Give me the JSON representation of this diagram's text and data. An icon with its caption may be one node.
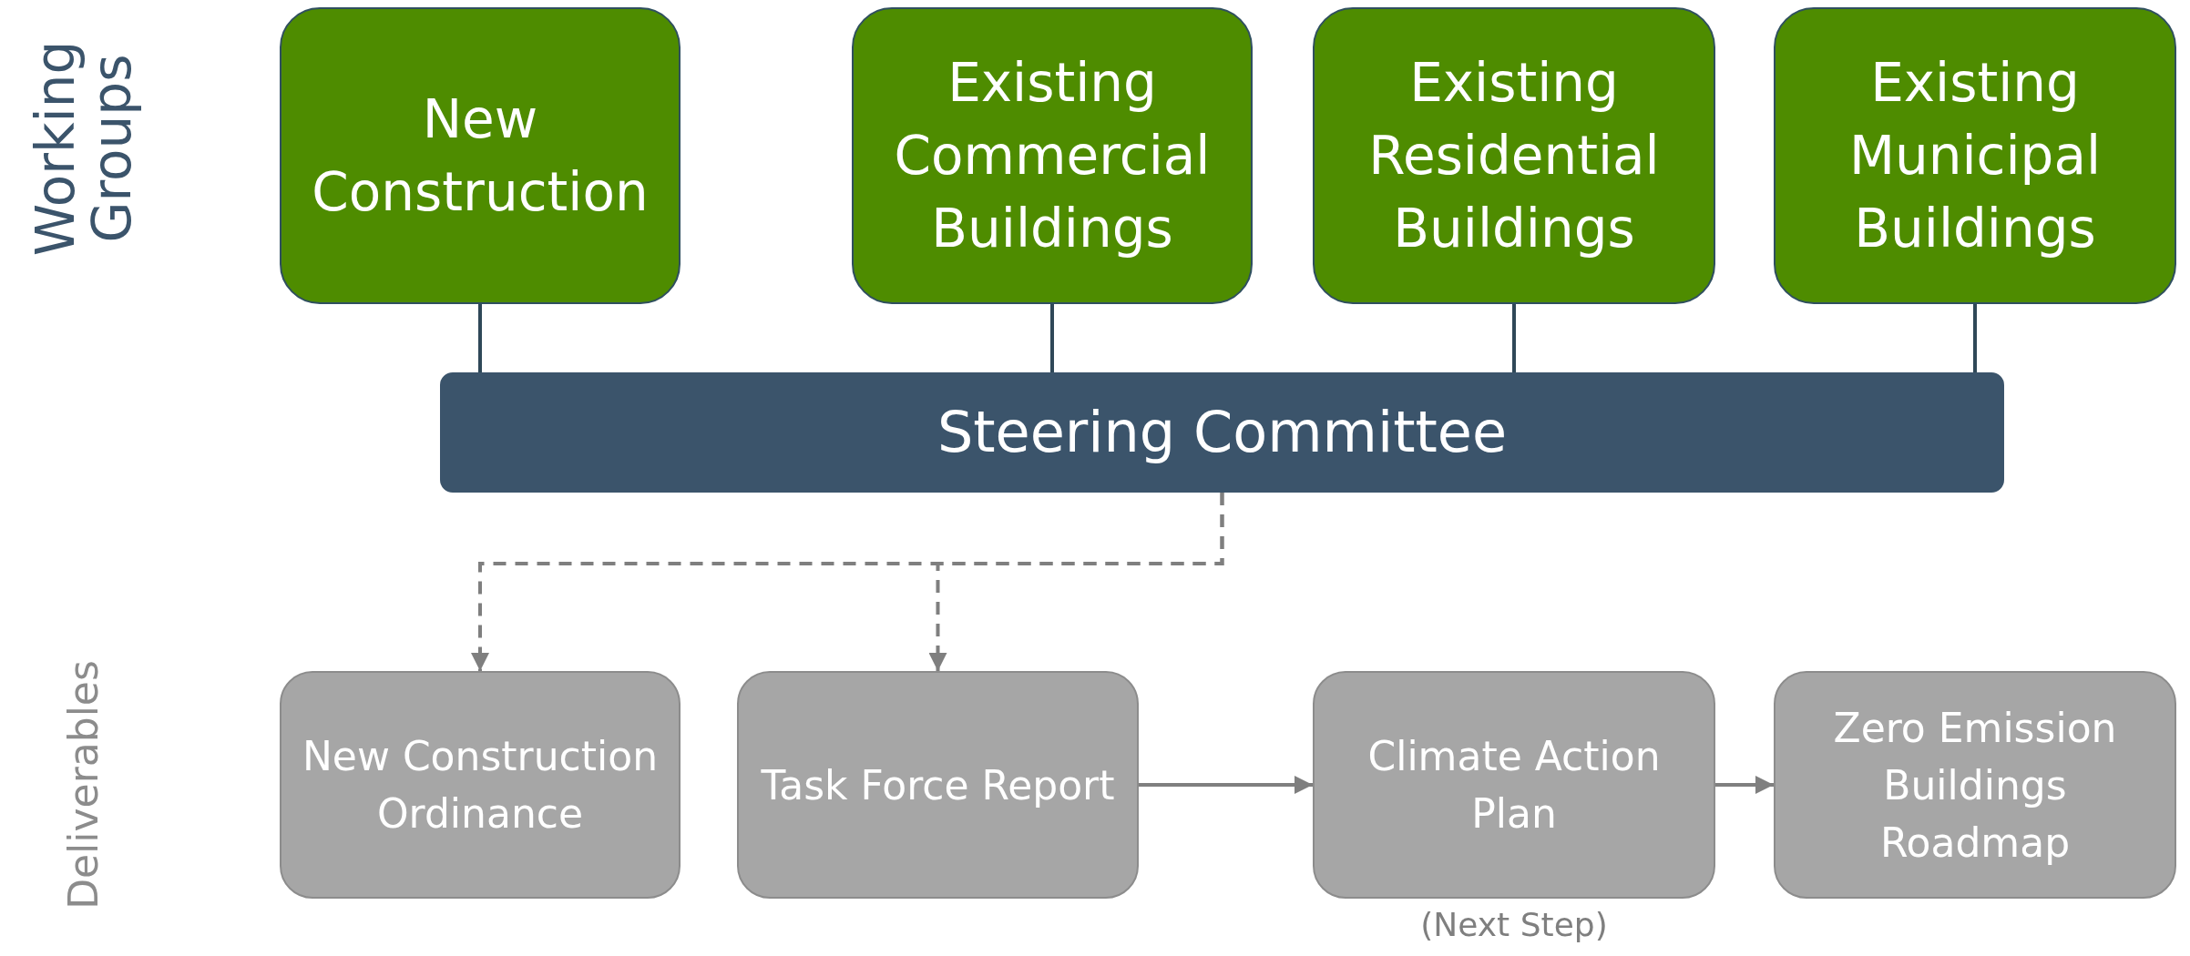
{
  "diagram": {
    "nodes": [
      {
        "text": [
          "New Construction"
        ]
      },
      {
        "text": [
          "Existing Commercial Buildings"
        ]
      },
      {
        "text": [
          "Existing Residential Buildings"
        ]
      },
      {
        "text": [
          "Existing Municipal Buildings"
        ]
      },
      {
        "text": [
          "Steering Committee"
        ]
      },
      {
        "text": [
          "New Construction Ordinance"
        ]
      },
      {
        "text": [
          "Task Force Report"
        ]
      },
      {
        "text": [
          "Climate Action Plan"
        ],
        "beside": [
          "(Next Step)"
        ]
      },
      {
        "text": [
          "Zero Emission Buildings Roadmap"
        ]
      }
    ],
    "edges": [
      {
        "from": 0,
        "to": 4,
        "arrow": "none"
      },
      {
        "from": 1,
        "to": 4,
        "arrow": "none"
      },
      {
        "from": 2,
        "to": 4,
        "arrow": "none"
      },
      {
        "from": 3,
        "to": 4,
        "arrow": "none"
      },
      {
        "from": 4,
        "to": 5,
        "arrow": "to",
        "style": "dashed",
        "color": "#7f7f7f"
      },
      {
        "from": 4,
        "to": 6,
        "arrow": "to",
        "style": "dashed",
        "color": "#7f7f7f"
      },
      {
        "from": 6,
        "to": 7,
        "arrow": "to",
        "color": "#7f7f7f"
      },
      {
        "from": 7,
        "to": 8,
        "arrow": "to",
        "color": "#7f7f7f"
      }
    ],
    "labels": [
      "Working Groups",
      "Deliverables"
    ]
  }
}
